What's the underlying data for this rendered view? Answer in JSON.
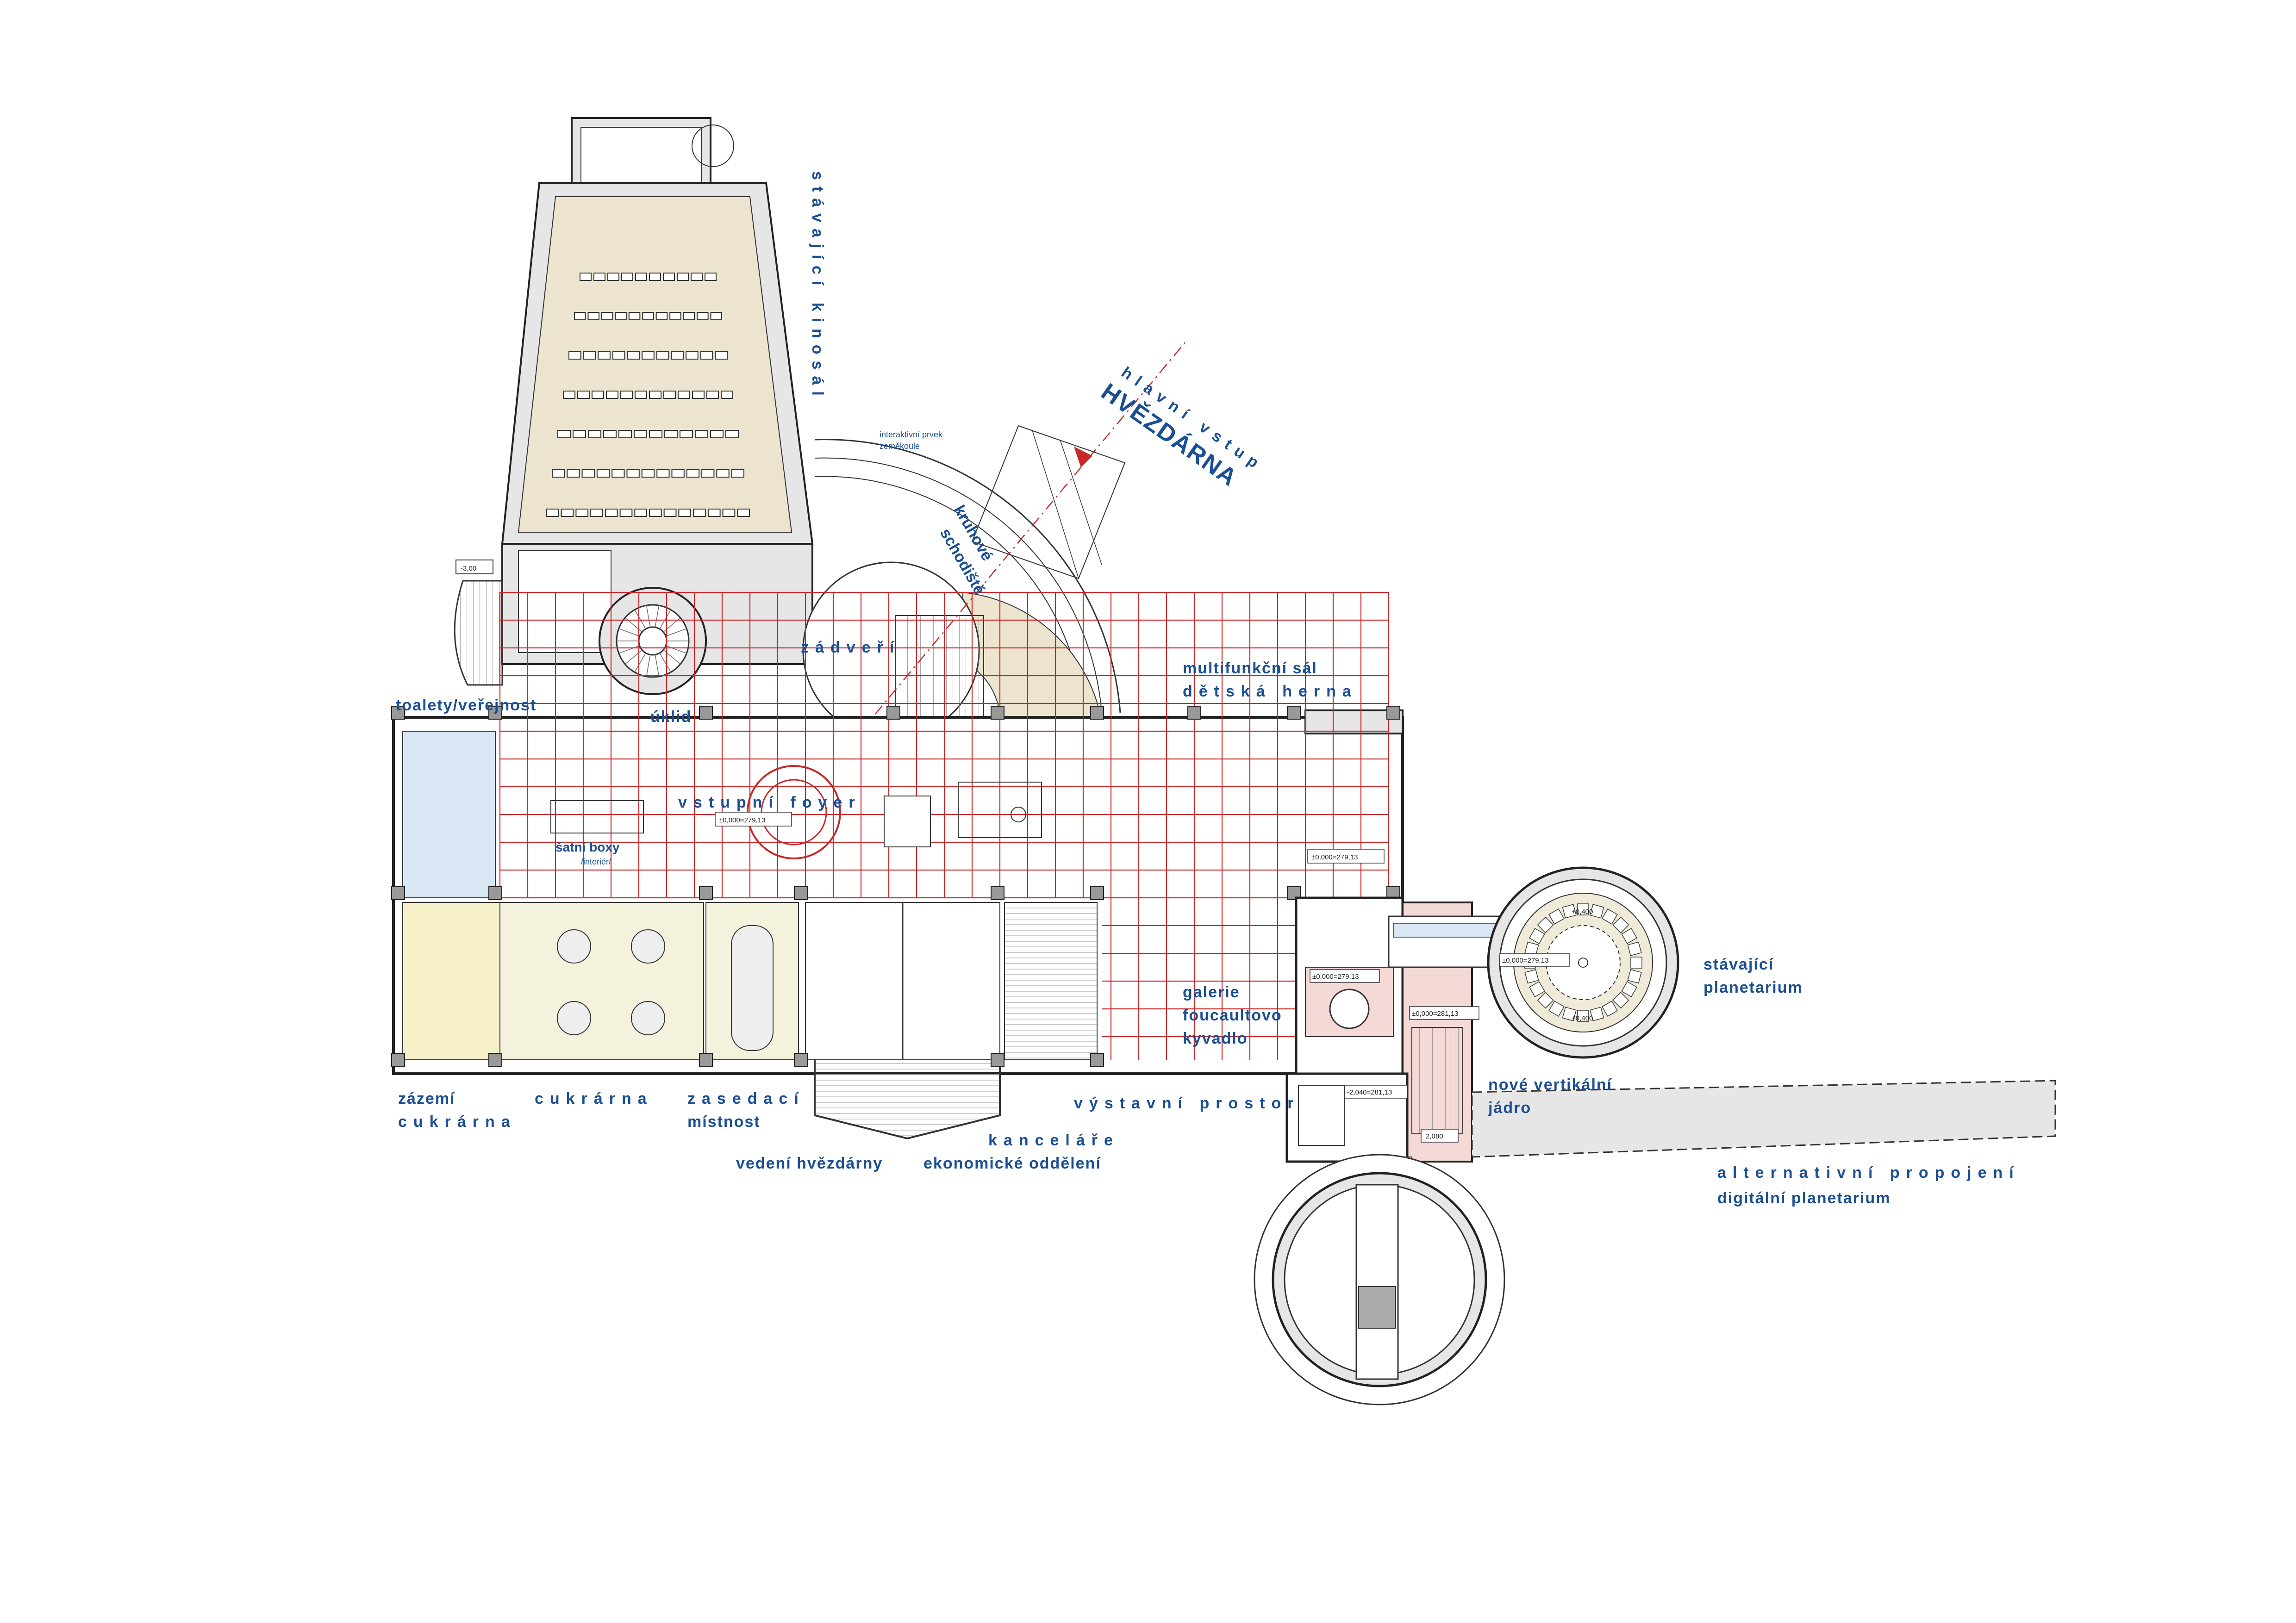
{
  "labels": {
    "kinosal": "stávající kinosál",
    "hlavni_vstup": "hlavní vstup",
    "hvezdarna": "HVĚZDÁRNA",
    "interaktivni": "interaktivní prvek",
    "zemekoule": "zeměkoule",
    "kruhove": "kruhové",
    "schodiste": "schodiště",
    "zadveri": "zádveří",
    "multifunkcni": "multifunkční sál",
    "detska_herna": "dětská herna",
    "toalety": "toalety/veřejnost",
    "uklid": "úklid",
    "vstupni_foyer": "vstupní foyer",
    "satni_boxy": "šatní boxy",
    "interier": "/interiér/",
    "zazemi": "zázemí",
    "cukrarna": "cukrárna",
    "zazemi_cukrarna": "cukrárna",
    "zasedaci": "zasedací",
    "mistnost": "místnost",
    "vedeni": "vedení hvězdárny",
    "kancelare": "kanceláře",
    "ekonomicke": "ekonomické oddělení",
    "vystavni": "výstavní prostor",
    "galerie": "galerie",
    "foucaultovo": "foucaultovo",
    "kyvadlo": "kyvadlo",
    "stavajici": "stávající",
    "planetarium": "planetarium",
    "nove_vertikalni": "nové vertikální",
    "jadro": "jádro",
    "alternativni": "alternativní propojení",
    "digitalni": "digitální planetarium"
  },
  "levels": {
    "kino": "-3,00",
    "foyer": "±0,000=279,13",
    "herna": "±0,000=279,13",
    "galerie": "±0,000=279,13",
    "jadro": "±0,000=281,13",
    "jadro2": "-2,040=281,13",
    "planetarium_in": "±0,000=279,13",
    "plan_top": "+0,400",
    "plan_bottom": "+0,400",
    "schod": "2,080"
  },
  "colors": {
    "text": "#1b4f93",
    "grid": "#c8282a",
    "kinosal_fill": "#ece4cf",
    "cukrarna_fill": "#f4f1dc",
    "zazemi_fill": "#f6f0c8",
    "toalety_fill": "#d9e8f4",
    "jadro_fill": "#f4d9d6"
  }
}
